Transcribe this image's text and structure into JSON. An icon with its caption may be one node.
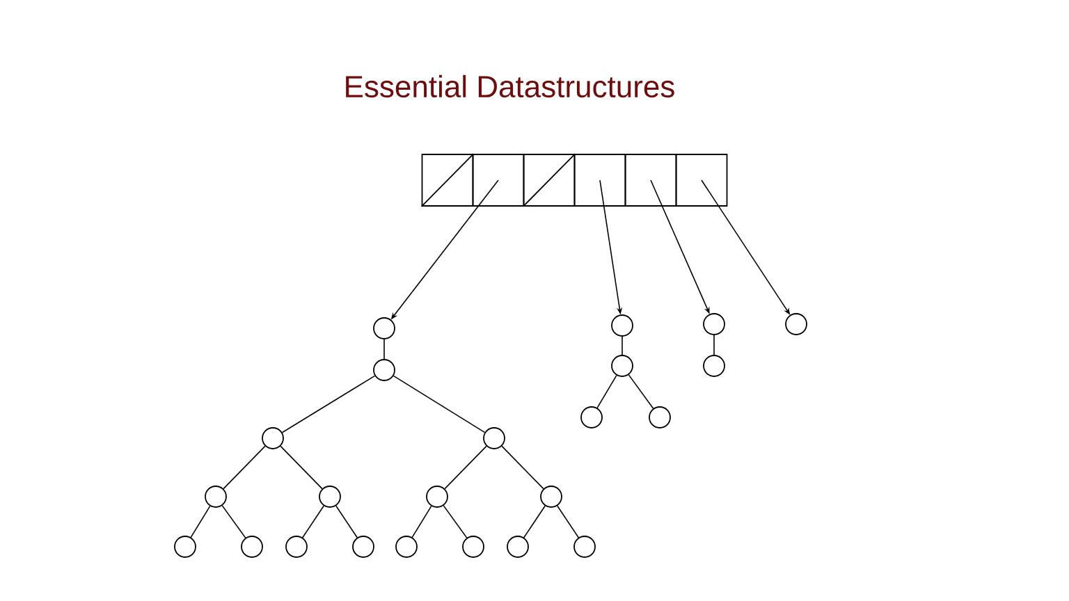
{
  "diagram": {
    "title": "Essential Datastructures",
    "nodes": [
      {
        "text": [],
        "shape": "box"
      },
      {
        "text": [],
        "shape": "box"
      },
      {
        "text": [],
        "shape": "box"
      },
      {
        "text": [],
        "shape": "box"
      },
      {
        "text": [],
        "shape": "box"
      },
      {
        "text": [],
        "shape": "box"
      },
      {
        "text": [],
        "shape": "circle"
      },
      {
        "text": [],
        "shape": "circle"
      },
      {
        "text": [],
        "shape": "circle"
      },
      {
        "text": [],
        "shape": "circle"
      },
      {
        "text": [],
        "shape": "circle"
      },
      {
        "text": [],
        "shape": "circle"
      },
      {
        "text": [],
        "shape": "circle"
      },
      {
        "text": [],
        "shape": "circle"
      },
      {
        "text": [],
        "shape": "circle"
      },
      {
        "text": [],
        "shape": "circle"
      },
      {
        "text": [],
        "shape": "circle"
      },
      {
        "text": [],
        "shape": "circle"
      },
      {
        "text": [],
        "shape": "circle"
      },
      {
        "text": [],
        "shape": "circle"
      },
      {
        "text": [],
        "shape": "circle"
      },
      {
        "text": [],
        "shape": "circle"
      },
      {
        "text": [],
        "shape": "circle"
      },
      {
        "text": [],
        "shape": "circle"
      },
      {
        "text": [],
        "shape": "circle"
      },
      {
        "text": [],
        "shape": "circle"
      },
      {
        "text": [],
        "shape": "circle"
      },
      {
        "text": [],
        "shape": "circle"
      },
      {
        "text": [],
        "shape": "circle"
      }
    ],
    "edges": [
      {
        "from": 1,
        "to": 6,
        "arrow": "to"
      },
      {
        "from": 3,
        "to": 22,
        "arrow": "to"
      },
      {
        "from": 4,
        "to": 26,
        "arrow": "to"
      },
      {
        "from": 5,
        "to": 28,
        "arrow": "to"
      },
      {
        "from": 6,
        "to": 7,
        "arrow": "none"
      },
      {
        "from": 7,
        "to": 8,
        "arrow": "none"
      },
      {
        "from": 8,
        "to": 9,
        "arrow": "none"
      },
      {
        "from": 9,
        "to": 10,
        "arrow": "none"
      },
      {
        "from": 9,
        "to": 11,
        "arrow": "none"
      },
      {
        "from": 8,
        "to": 12,
        "arrow": "none"
      },
      {
        "from": 12,
        "to": 13,
        "arrow": "none"
      },
      {
        "from": 12,
        "to": 14,
        "arrow": "none"
      },
      {
        "from": 7,
        "to": 15,
        "arrow": "none"
      },
      {
        "from": 15,
        "to": 16,
        "arrow": "none"
      },
      {
        "from": 16,
        "to": 17,
        "arrow": "none"
      },
      {
        "from": 16,
        "to": 18,
        "arrow": "none"
      },
      {
        "from": 15,
        "to": 19,
        "arrow": "none"
      },
      {
        "from": 19,
        "to": 20,
        "arrow": "none"
      },
      {
        "from": 19,
        "to": 21,
        "arrow": "none"
      },
      {
        "from": 22,
        "to": 23,
        "arrow": "none"
      },
      {
        "from": 23,
        "to": 24,
        "arrow": "none"
      },
      {
        "from": 23,
        "to": 25,
        "arrow": "none"
      },
      {
        "from": 26,
        "to": 27,
        "arrow": "none"
      }
    ]
  }
}
